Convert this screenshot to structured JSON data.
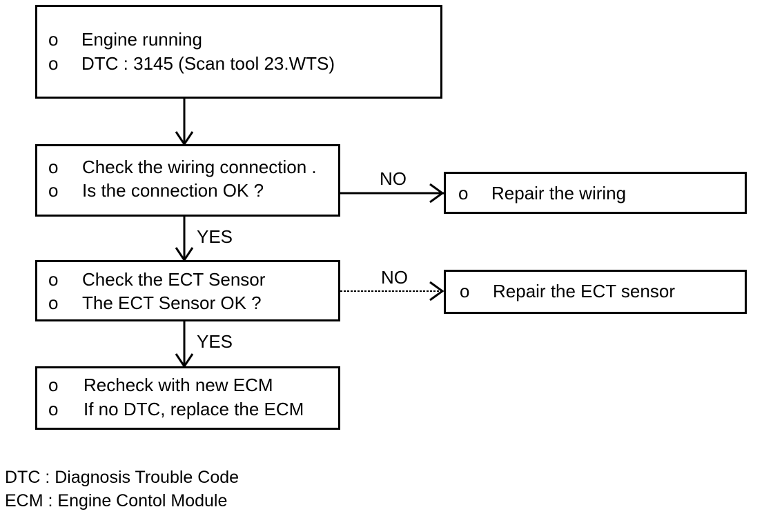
{
  "boxes": {
    "start": {
      "bullet": "o",
      "lines": [
        "Engine running",
        "DTC : 3145 (Scan tool 23.WTS)"
      ]
    },
    "wiring_check": {
      "bullet": "o",
      "lines": [
        "Check the wiring connection .",
        "Is the connection OK ?"
      ]
    },
    "ect_check": {
      "bullet": "o",
      "lines": [
        "Check the ECT Sensor",
        "The ECT Sensor OK ?"
      ]
    },
    "ecm_recheck": {
      "bullet": "o",
      "lines": [
        "Recheck with new ECM",
        "If no DTC, replace the ECM"
      ]
    },
    "repair_wiring": {
      "bullet": "o",
      "lines": [
        "Repair the wiring"
      ]
    },
    "repair_ect": {
      "bullet": "o",
      "lines": [
        "Repair the ECT sensor"
      ]
    }
  },
  "edges": {
    "wiring_no": "NO",
    "wiring_yes": "YES",
    "ect_no": "NO",
    "ect_yes": "YES"
  },
  "legend": [
    "DTC : Diagnosis Trouble Code",
    "ECM : Engine Contol Module"
  ]
}
